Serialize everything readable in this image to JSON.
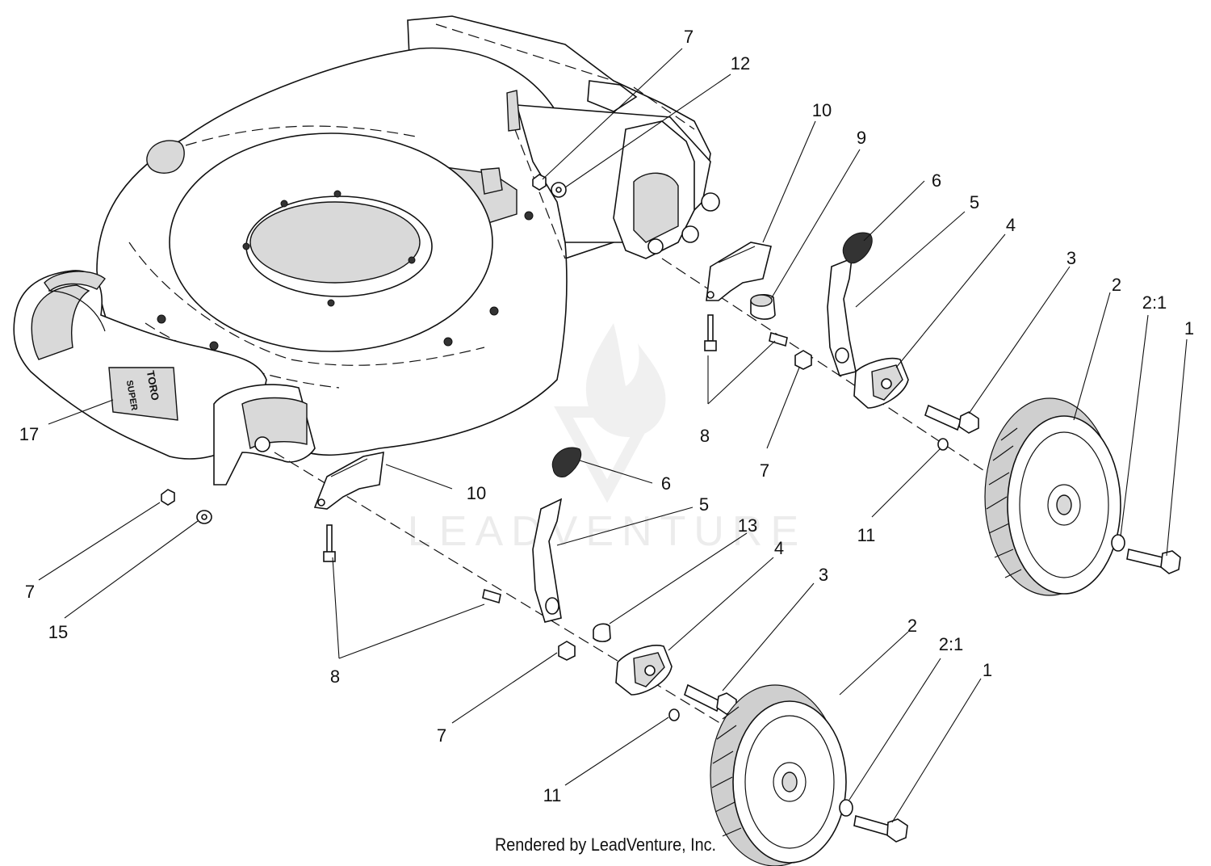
{
  "diagram": {
    "callouts": [
      {
        "id": "c7a",
        "text": "7"
      },
      {
        "id": "c12",
        "text": "12"
      },
      {
        "id": "c10a",
        "text": "10"
      },
      {
        "id": "c9",
        "text": "9"
      },
      {
        "id": "c6a",
        "text": "6"
      },
      {
        "id": "c5a",
        "text": "5"
      },
      {
        "id": "c4a",
        "text": "4"
      },
      {
        "id": "c3a",
        "text": "3"
      },
      {
        "id": "c2a",
        "text": "2"
      },
      {
        "id": "c21a",
        "text": "2:1"
      },
      {
        "id": "c1a",
        "text": "1"
      },
      {
        "id": "c8a",
        "text": "8"
      },
      {
        "id": "c7b",
        "text": "7"
      },
      {
        "id": "c11a",
        "text": "11"
      },
      {
        "id": "c17",
        "text": "17"
      },
      {
        "id": "c10b",
        "text": "10"
      },
      {
        "id": "c6b",
        "text": "6"
      },
      {
        "id": "c5b",
        "text": "5"
      },
      {
        "id": "c13",
        "text": "13"
      },
      {
        "id": "c4b",
        "text": "4"
      },
      {
        "id": "c3b",
        "text": "3"
      },
      {
        "id": "c7c",
        "text": "7"
      },
      {
        "id": "c15",
        "text": "15"
      },
      {
        "id": "c8b",
        "text": "8"
      },
      {
        "id": "c2b",
        "text": "2"
      },
      {
        "id": "c21b",
        "text": "2:1"
      },
      {
        "id": "c1b",
        "text": "1"
      },
      {
        "id": "c7d",
        "text": "7"
      },
      {
        "id": "c11b",
        "text": "11"
      }
    ],
    "deck_logo_text": "TORO",
    "deck_badge_text": "SUPER",
    "watermark": "LEADVENTURE",
    "footer": "Rendered by LeadVenture, Inc."
  }
}
